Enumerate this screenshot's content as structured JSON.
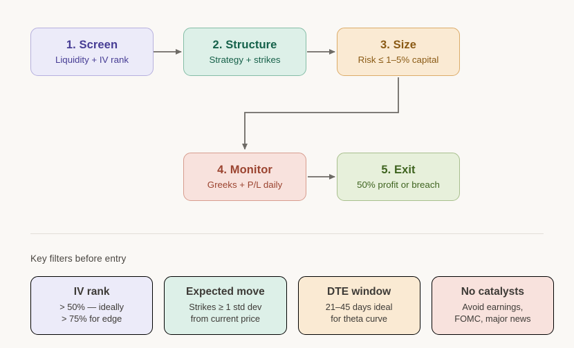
{
  "flow": {
    "nodes": [
      {
        "id": "screen",
        "title": "1. Screen",
        "subtitle": "Liquidity + IV rank",
        "theme": "purple",
        "fill": "#ecebf9",
        "border": "#b6b0de",
        "text": "#463c94"
      },
      {
        "id": "structure",
        "title": "2. Structure",
        "subtitle": "Strategy + strikes",
        "theme": "teal",
        "fill": "#ddf0e8",
        "border": "#84bda6",
        "text": "#15614a"
      },
      {
        "id": "size",
        "title": "3. Size",
        "subtitle": "Risk ≤ 1–5% capital",
        "theme": "orange",
        "fill": "#faead3",
        "border": "#dcab68",
        "text": "#8a5a14"
      },
      {
        "id": "monitor",
        "title": "4. Monitor",
        "subtitle": "Greeks + P/L daily",
        "theme": "red",
        "fill": "#f8e2dd",
        "border": "#d79c8e",
        "text": "#9b4430"
      },
      {
        "id": "exit",
        "title": "5. Exit",
        "subtitle": "50% profit or breach",
        "theme": "green",
        "fill": "#e7f0db",
        "border": "#a8bf8d",
        "text": "#3f6420"
      }
    ],
    "connector_color": "#6e6b66"
  },
  "filters": {
    "heading": "Key filters before entry",
    "cards": [
      {
        "id": "iv-rank",
        "title": "IV rank",
        "line1": "> 50% — ideally",
        "line2": "> 75% for edge",
        "theme": "purple"
      },
      {
        "id": "expected-move",
        "title": "Expected move",
        "line1": "Strikes ≥ 1 std dev",
        "line2": "from current price",
        "theme": "teal"
      },
      {
        "id": "dte-window",
        "title": "DTE window",
        "line1": "21–45 days ideal",
        "line2": "for theta curve",
        "theme": "orange"
      },
      {
        "id": "no-catalysts",
        "title": "No catalysts",
        "line1": "Avoid earnings,",
        "line2": "FOMC, major news",
        "theme": "red"
      }
    ]
  },
  "canvas": {
    "background": "#faf8f5",
    "divider_color": "#e2ded7"
  }
}
